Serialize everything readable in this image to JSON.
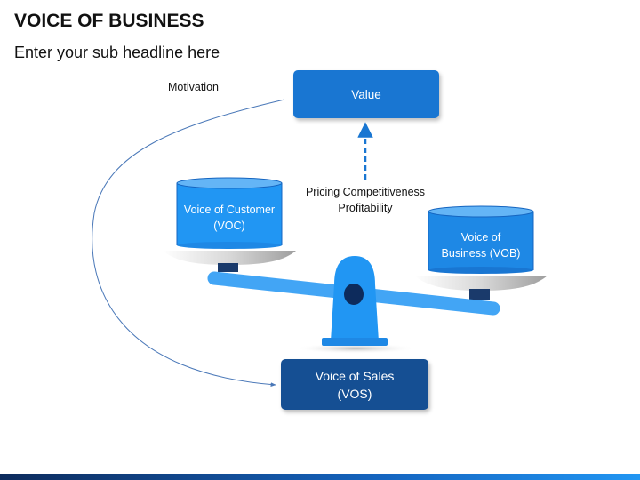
{
  "header": {
    "title": "VOICE OF BUSINESS",
    "subtitle": "Enter your sub headline here"
  },
  "diagram": {
    "motivation_label": "Motivation",
    "value_box": "Value",
    "pricing_line1": "Pricing Competitiveness",
    "pricing_line2": "Profitability",
    "voc_line1": "Voice of Customer",
    "voc_line2": "(VOC)",
    "vob_line1": "Voice of",
    "vob_line2": "Business (VOB)",
    "vos_line1": "Voice of Sales",
    "vos_line2": "(VOS)"
  },
  "colors": {
    "value_box": "#1976d2",
    "vos_box": "#154f93",
    "cylinder_voc": "#2196f3",
    "cylinder_vob": "#1e88e5",
    "scale": "#42a5f5",
    "pivot_dot": "#0d2b5c"
  }
}
